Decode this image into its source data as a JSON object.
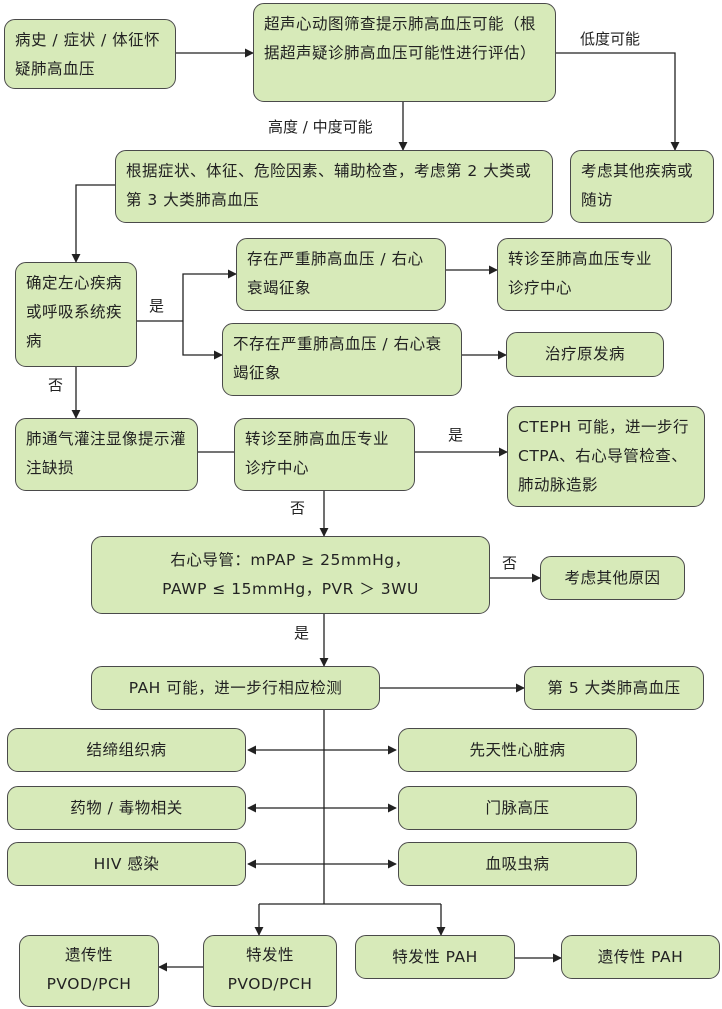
{
  "nodes": {
    "n1": "病史 / 症状 / 体征怀疑肺高血压",
    "n2": "超声心动图筛查提示肺高血压可能（根据超声疑诊肺高血压可能性进行评估）",
    "n3": "根据症状、体征、危险因素、辅助检查，考虑第 2 大类或第 3 大类肺高血压",
    "n4": "考虑其他疾病或随访",
    "n5": "确定左心疾病或呼吸系统疾病",
    "n6": "存在严重肺高血压 / 右心衰竭征象",
    "n7": "转诊至肺高血压专业诊疗中心",
    "n8": "不存在严重肺高血压 / 右心衰竭征象",
    "n9": "治疗原发病",
    "n10": "肺通气灌注显像提示灌注缺损",
    "n11": "转诊至肺高血压专业诊疗中心",
    "n12": "CTEPH 可能，进一步行 CTPA、右心导管检查、肺动脉造影",
    "n13_line1": "右心导管：mPAP ≥ 25mmHg，",
    "n13_line2": "PAWP ≤ 15mmHg，PVR ＞ 3WU",
    "n14": "考虑其他原因",
    "n15": "PAH 可能，进一步行相应检测",
    "n16": "第 5 大类肺高血压",
    "n17": "结缔组织病",
    "n18": "先天性心脏病",
    "n19": "药物 / 毒物相关",
    "n20": "门脉高压",
    "n21": "HIV 感染",
    "n22": "血吸虫病",
    "n23_line1": "遗传性",
    "n23_line2": "PVOD/PCH",
    "n24_line1": "特发性",
    "n24_line2": "PVOD/PCH",
    "n25": "特发性 PAH",
    "n26": "遗传性 PAH"
  },
  "edge_labels": {
    "low": "低度可能",
    "high_mid": "高度 / 中度可能",
    "yes1": "是",
    "no1": "否",
    "yes2": "是",
    "no2": "否",
    "no3": "否",
    "yes3": "是"
  }
}
